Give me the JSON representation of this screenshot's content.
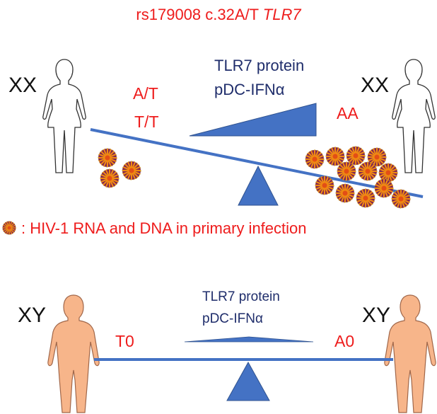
{
  "title": {
    "prefix": "rs179008 c.32A/T ",
    "gene": "TLR7"
  },
  "colors": {
    "red": "#ee1c1c",
    "navy": "#1f2d6b",
    "beam": "#4472c4",
    "fulcrum": "#4472c4",
    "skin": "#f7b58a",
    "skin_outline": "#a0674a"
  },
  "top_panel": {
    "left_label": "XX",
    "right_label": "XX",
    "protein_label": "TLR7 protein",
    "ifn_label": "pDC-IFNα",
    "genotype_left": [
      "A/T",
      "T/T"
    ],
    "genotype_right": "AA",
    "left_figure_icon": "female-outline-icon",
    "right_figure_icon": "female-outline-icon"
  },
  "legend": {
    "text": ": HIV-1 RNA and DNA in primary infection",
    "icon": "virus-particle-icon"
  },
  "bottom_panel": {
    "left_label": "XY",
    "right_label": "XY",
    "protein_label": "TLR7 protein",
    "ifn_label": "pDC-IFNα",
    "genotype_left": "T0",
    "genotype_right": "A0",
    "left_figure_icon": "male-silhouette-icon",
    "right_figure_icon": "male-silhouette-icon"
  }
}
